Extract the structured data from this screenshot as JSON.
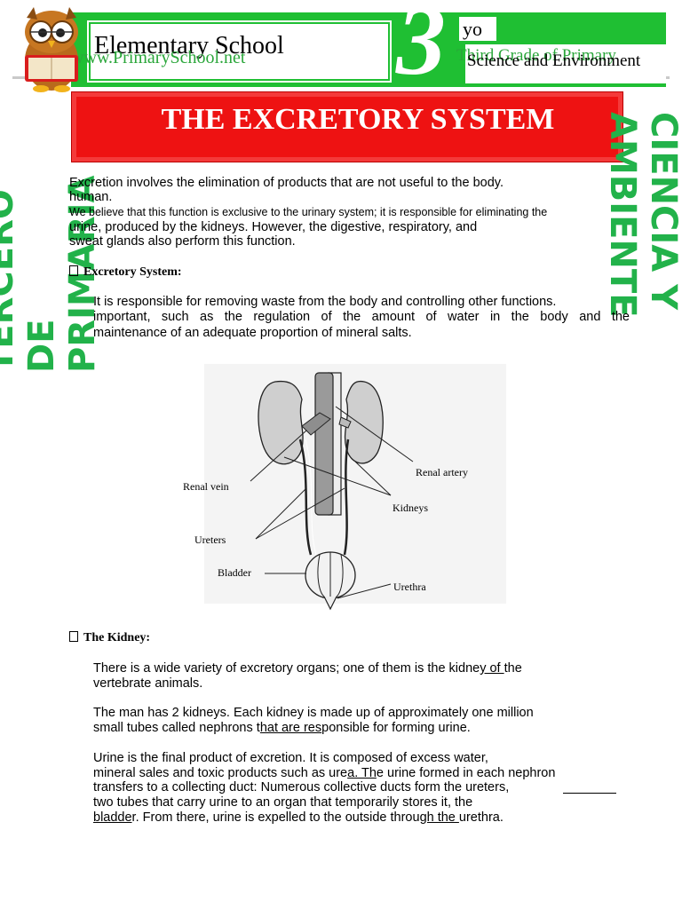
{
  "header": {
    "school": "Elementary School",
    "url": "www.PrimarySchool.net",
    "grade_number": "3",
    "grade_suffix": "yo",
    "grade_label": "Third Grade of Primary",
    "subject": "Science and Environment"
  },
  "title": "THE EXCRETORY SYSTEM",
  "side_left": "TERCERO DE PRIMARIA",
  "side_right": "CIENCIA Y AMBIENTE",
  "intro": {
    "line1": "Excretion involves the elimination of products that are not useful to the body.",
    "line2": "human.",
    "line3": "We believe that this function is exclusive to the urinary system; it is responsible for eliminating the",
    "line4": "urine, produced by the kidneys. However, the digestive, respiratory, and",
    "line5": "sweat glands also perform this function."
  },
  "section1": {
    "bullet": "",
    "heading": "Excretory System:",
    "line1": "It is responsible for removing waste from the body and controlling other functions.",
    "line2": "important, such as the regulation of the amount of water in the body and the",
    "line3": "maintenance of an adequate proportion of mineral salts."
  },
  "figure_labels": {
    "renal_vein": "Renal vein",
    "renal_artery": "Renal artery",
    "kidneys": "Kidneys",
    "ureters": "Ureters",
    "bladder": "Bladder",
    "urethra": "Urethra"
  },
  "section2": {
    "bullet": "",
    "heading": "The Kidney:",
    "p1_line1_a": "There is a wide variety of excretory organs; one of them is the kidne",
    "p1_line1_u": "y of ",
    "p1_line1_b": "the",
    "p1_line2": "vertebrate animals.",
    "p2_line1": "The man has 2 kidneys. Each kidney is made up of approximately one million",
    "p2_line2_a": "small tubes called nephrons t",
    "p2_line2_u": "hat are res",
    "p2_line2_b": "ponsible for forming urine.",
    "p3_line1": "Urine is the final product of excretion. It is composed of excess water,",
    "p3_line2_a": "mineral sales and toxic products such as ure",
    "p3_line2_u": "a. Th",
    "p3_line2_b": "e urine formed in each nephron",
    "p3_line3": "transfers to a collecting duct: Numerous collective ducts form the ureters,",
    "p3_line4": "two tubes that carry urine to an organ that temporarily stores it, the",
    "p3_line5_u1": "bladde",
    "p3_line5_a": "r. From there, urine is expelled to the outside throu",
    "p3_line5_u2": "gh the ",
    "p3_line5_b": "urethra."
  },
  "colors": {
    "green": "#1fbf33",
    "red": "#ee1212"
  }
}
